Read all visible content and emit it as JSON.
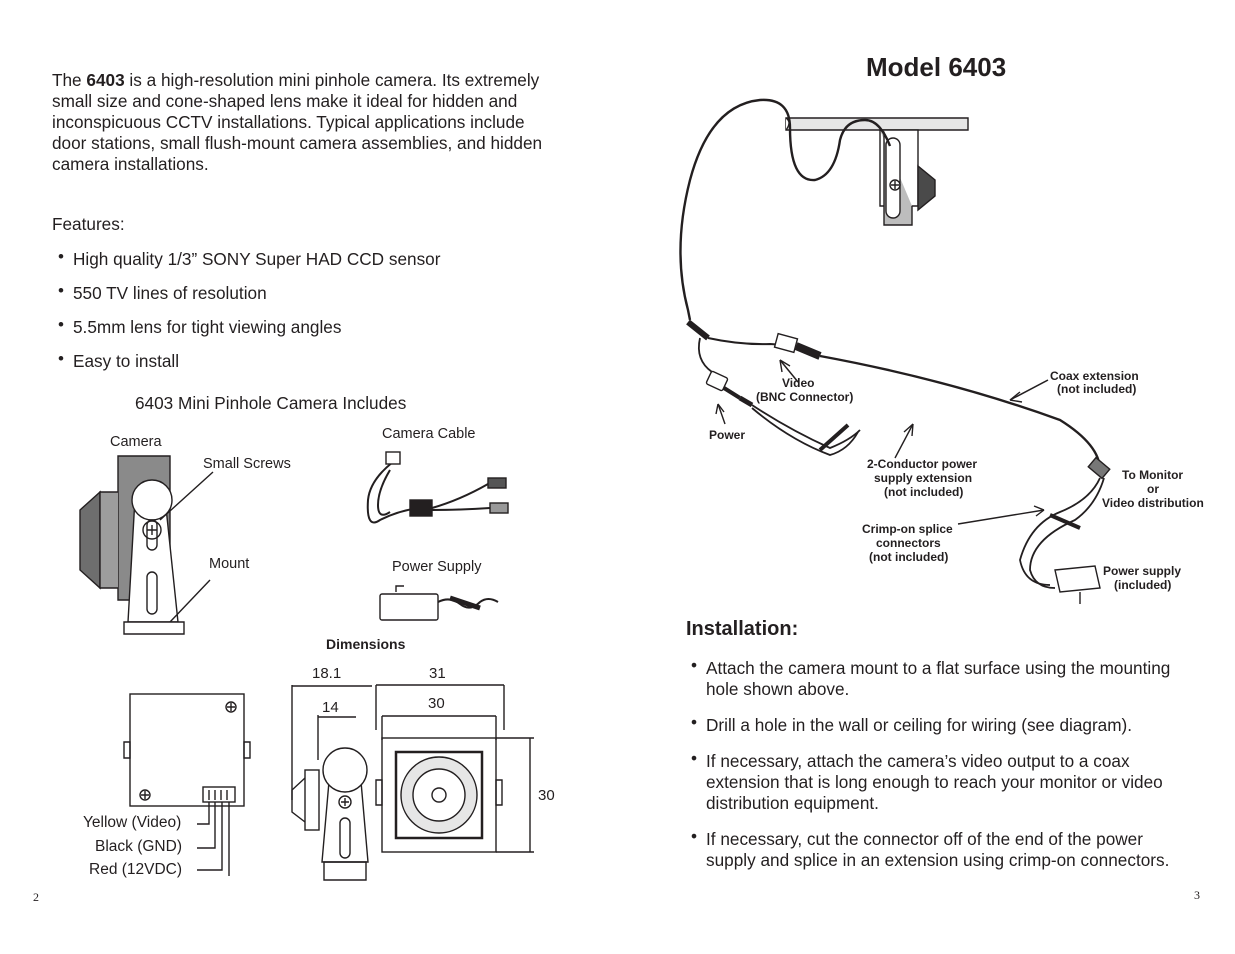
{
  "left_page": {
    "intro": {
      "pre": "The ",
      "model": "6403",
      "post": " is a high-resolution mini pinhole camera. Its extremely small size and cone-shaped lens make it ideal for hidden and inconspicuous CCTV installations. Typical applications include door stations, small flush-mount camera assemblies, and hidden camera installations."
    },
    "features_title": "Features:",
    "features": [
      "High quality 1/3” SONY Super HAD CCD sensor",
      "550 TV lines of resolution",
      "5.5mm lens for tight viewing angles",
      "Easy to install"
    ],
    "includes_title": "6403 Mini Pinhole Camera Includes",
    "includes_labels": {
      "camera": "Camera",
      "small_screws": "Small Screws",
      "mount": "Mount",
      "camera_cable": "Camera Cable",
      "power_supply": "Power Supply"
    },
    "dimensions_title": "Dimensions",
    "dimensions": {
      "d1": "18.1",
      "d2": "14",
      "d3": "31",
      "d4": "30",
      "d5": "30"
    },
    "wire_labels": {
      "yellow": "Yellow (Video)",
      "black": "Black (GND)",
      "red": "Red (12VDC)"
    },
    "page_number": "2"
  },
  "right_page": {
    "title": "Model 6403",
    "diagram_labels": {
      "video": "Video",
      "bnc": "(BNC Connector)",
      "power": "Power",
      "coax1": "Coax extension",
      "coax2": "(not included)",
      "cond1": "2-Conductor power",
      "cond2": "supply extension",
      "cond3": "(not included)",
      "crimp1": "Crimp-on splice",
      "crimp2": "connectors",
      "crimp3": "(not included)",
      "monitor1": "To Monitor",
      "monitor2": "or",
      "monitor3": "Video distribution",
      "psu1": "Power supply",
      "psu2": "(included)"
    },
    "installation_title": "Installation:",
    "installation": [
      "Attach the camera mount to a flat surface using the mounting hole shown above.",
      "Drill a hole in the wall or ceiling for wiring (see diagram).",
      "If necessary, attach the camera’s  video output to a coax extension that is long enough to reach your monitor or video distribution equipment.",
      "If necessary, cut the connector off of the end of the power supply and splice in an extension using crimp-on connectors."
    ],
    "page_number": "3"
  }
}
